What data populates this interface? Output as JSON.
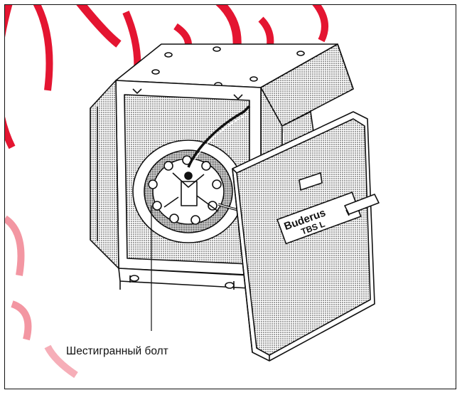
{
  "figure": {
    "callout_label": "Шестигранный болт",
    "brand_plate_text_line1": "Buderus",
    "brand_plate_text_line2": "TBS L"
  },
  "colors": {
    "frame": "#111111",
    "line": "#111111",
    "watermark": "#d8002a"
  }
}
